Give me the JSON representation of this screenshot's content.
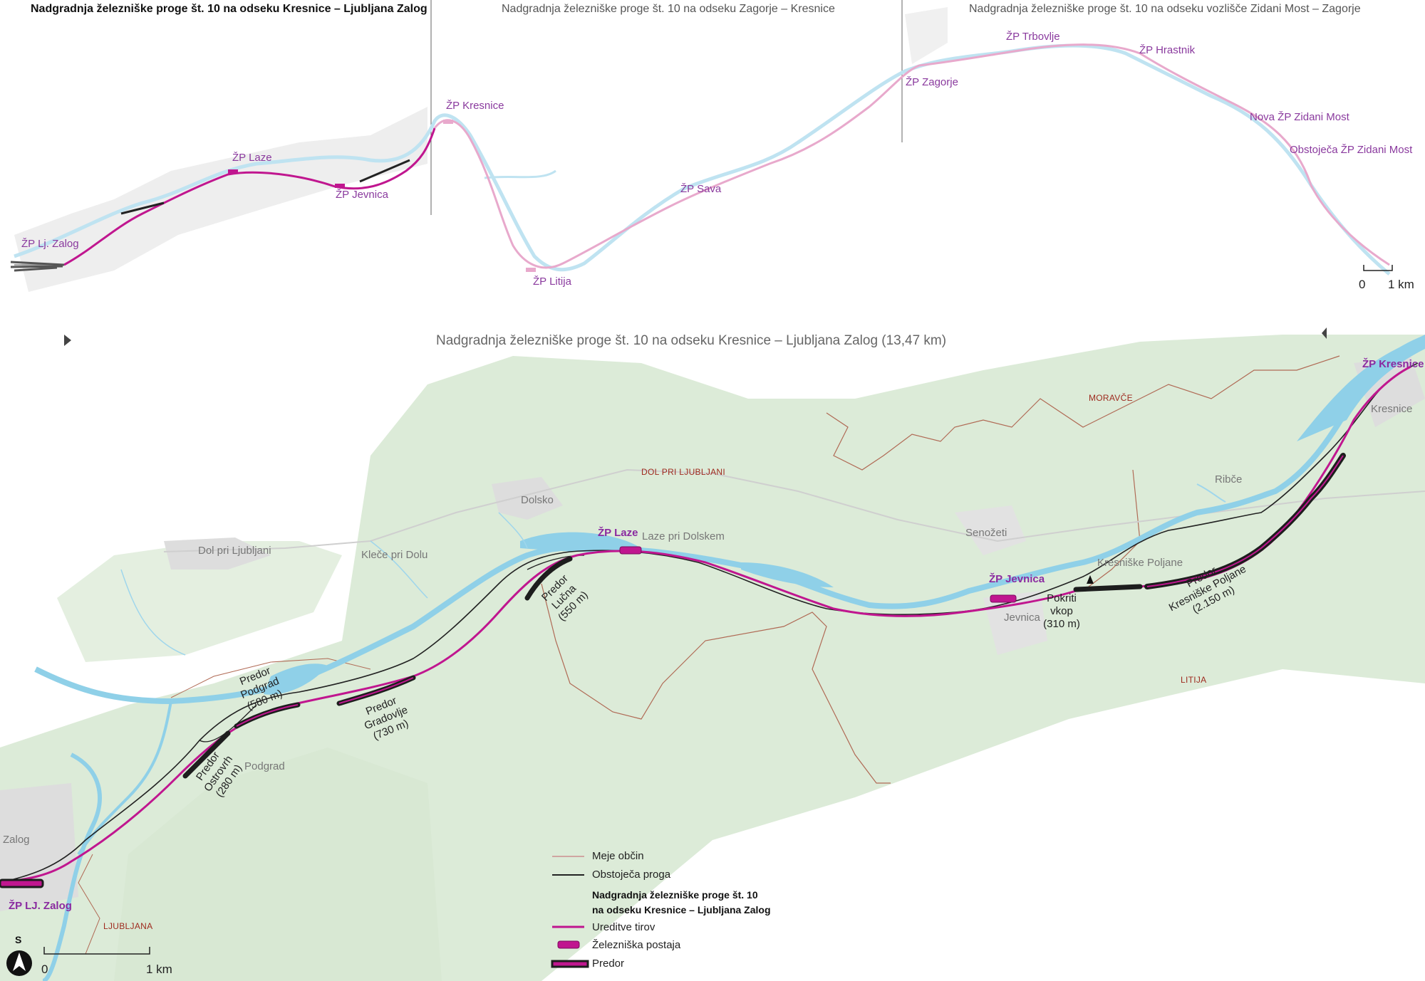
{
  "overview": {
    "headers": [
      "Nadgradnja železniške proge št. 10 na odseku Kresnice – Ljubljana Zalog",
      "Nadgradnja železniške proge št. 10 na odseku Zagorje – Kresnice",
      "Nadgradnja železniške proge št. 10 na odseku vozlišče Zidani Most – Zagorje"
    ],
    "stations": [
      "ŽP Lj. Zalog",
      "ŽP Laze",
      "ŽP Jevnica",
      "ŽP Kresnice",
      "ŽP Litija",
      "ŽP Sava",
      "ŽP Zagorje",
      "ŽP Trbovlje",
      "ŽP Hrastnik",
      "Nova ŽP Zidani Most",
      "Obstoječa ŽP Zidani Most"
    ],
    "scale": {
      "zero": "0",
      "unit": "1 km"
    }
  },
  "detail": {
    "title": "Nadgradnja železniške proge št. 10 na odseku Kresnice – Ljubljana Zalog (13,47 km)",
    "stations": [
      "ŽP Laze",
      "ŽP Jevnica",
      "ŽP Kresnice",
      "ŽP LJ. Zalog"
    ],
    "places": [
      "Dol pri Ljubljani",
      "Kleče pri Dolu",
      "Dolsko",
      "Laze pri Dolskem",
      "Senožeti",
      "Kresniške Poljane",
      "Jevnica",
      "Ribče",
      "Kresnice",
      "Podgrad",
      "Zalog"
    ],
    "municipalities": [
      "MORAVČE",
      "DOL PRI LJUBLJANI",
      "LITIJA",
      "LJUBLJANA"
    ],
    "tunnels": [
      {
        "name": "Predor",
        "sub": "Podgrad",
        "len": "(580 m)"
      },
      {
        "name": "Predor",
        "sub": "Gradovlje",
        "len": "(730 m)"
      },
      {
        "name": "Predor",
        "sub": "Ostrovrh",
        "len": "(280 m)"
      },
      {
        "name": "Predor",
        "sub": "Lučna",
        "len": "(550 m)"
      },
      {
        "name": "Pokriti",
        "sub": "vkop",
        "len": "(310 m)"
      },
      {
        "name": "Predor",
        "sub": "Kresniške Poljane",
        "len": "(2.150 m)"
      }
    ],
    "north": "S",
    "scale": {
      "zero": "0",
      "unit": "1 km"
    }
  },
  "legend": {
    "items": [
      "Meje občin",
      "Obstoječa proga"
    ],
    "project_title_1": "Nadgradnja železniške proge št. 10",
    "project_title_2": "na odseku Kresnice – Ljubljana Zalog",
    "project_items": [
      "Ureditve tirov",
      "Železniška postaja",
      "Predor"
    ]
  },
  "colors": {
    "track": "#c0168f",
    "river": "#8fd0e8",
    "forest": "#dcebd8",
    "boundary": "#b06a55",
    "existing": "#222222",
    "overview_track": "#e8a9cc"
  }
}
